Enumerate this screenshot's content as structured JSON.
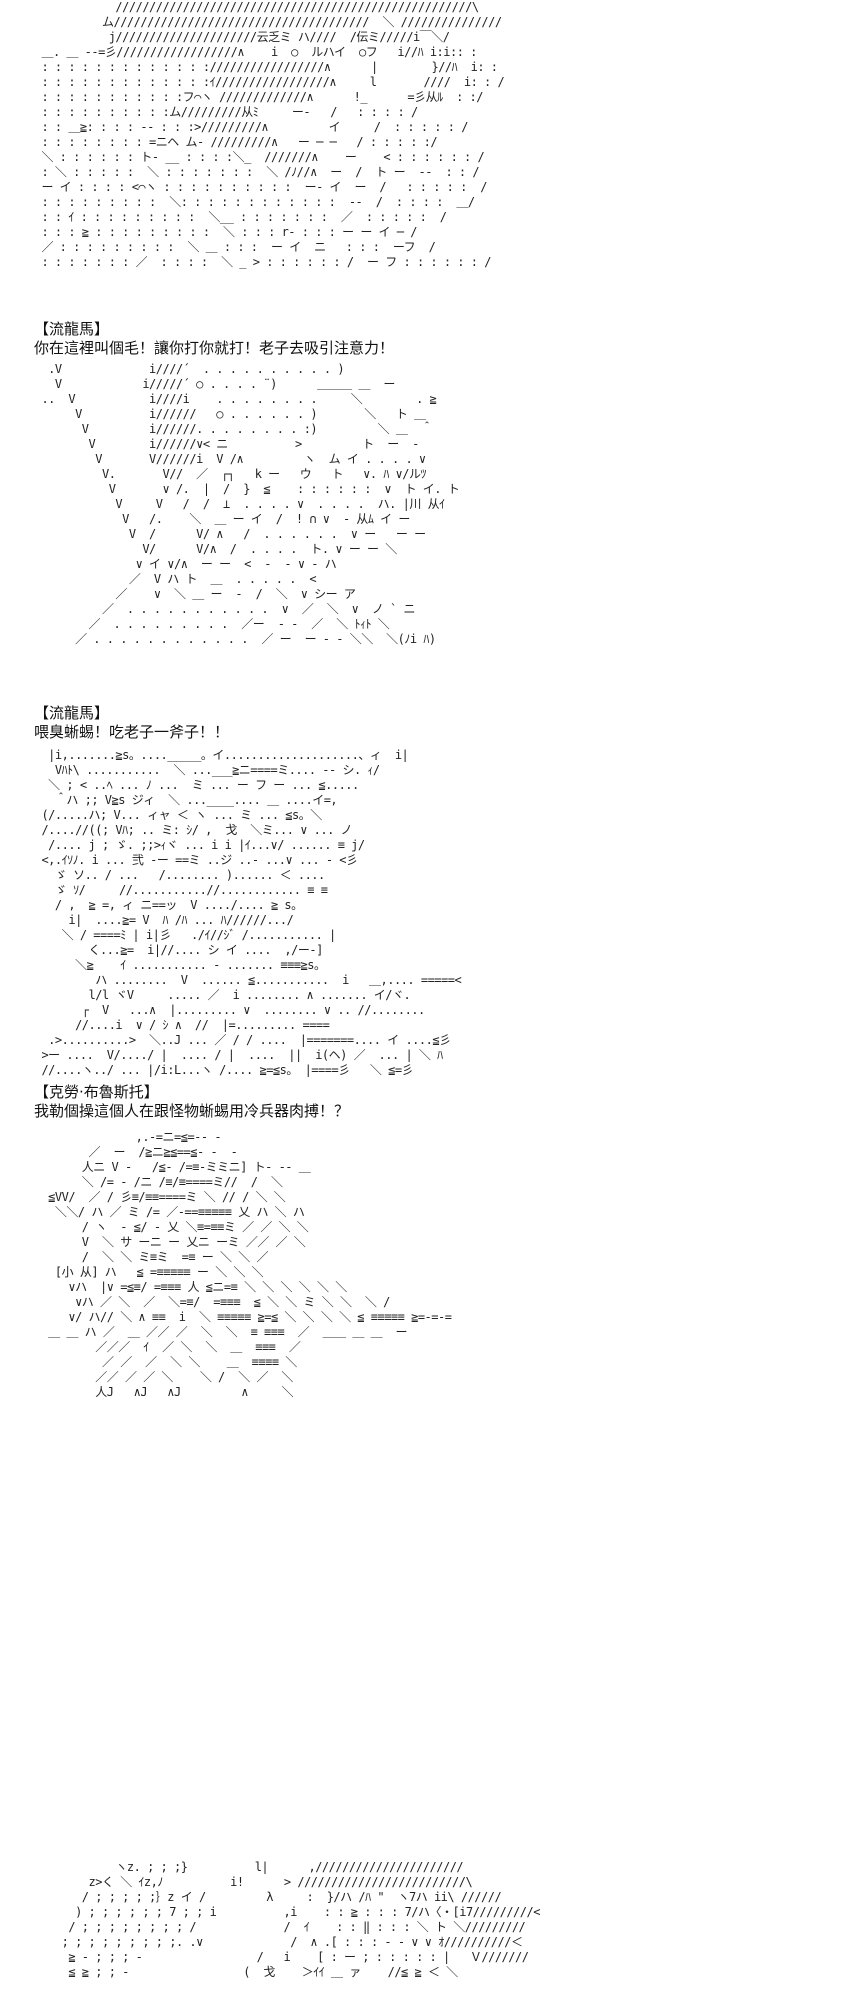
{
  "dialogue": [
    {
      "speaker": "【流龍馬】",
      "line": "你在這裡叫個毛！讓你打你就打！老子去吸引注意力！"
    },
    {
      "speaker": "【流龍馬】",
      "line": "喂臭蜥蜴！吃老子一斧子！！"
    },
    {
      "speaker": "【克勞·布魯斯托】",
      "line": "我勒個操這個人在跟怪物蜥蜴用冷兵器肉搏！？"
    }
  ],
  "art": {
    "panel1": "             /////////////////////////////////////////////////////\\\n           ム//////////////////////////////////////  ＼ ///////////////\n            j/////////////////////云乏ミ ハ////  /伝ミ/////i￣＼/\n  ＿. ＿ -‐=彡//////////////////∧    i  ○  ルハイ  ○フ   i//ﾊ i:i:: :\n  : : : : : : : : : : : : ://///////////////∧      |        }//ﾊ  i: :\n  : : : : : : : : : : : : :ｲ/////////////////∧     l       ////  i: : /\n  : : : : : : : : : : :フ⌒ヽ /////////////∧      !_      =彡从ﾙ  : :/\n  : : : : : : : : : :ム/////////从ﾐ     ー‐   /   : : : : /\n  : : ＿≧: : : : ‐‐ : : :>/////////∧         イ     /  : : : : : /\n  : : : : : : : : =ニヘ ム‐ /////////∧   ー ─ ─   / : : : : :/\n  ＼ : : : : : : ト‐ __ : : : :＼_  ///////∧    ー    < : : : : : : /\n  : ＼ : : : : :  ＼ : : : : : : :  ＼ /ﾉ//∧  ー  /  ト ー  ‐‐  : : /\n  ー イ : : : : <⌒ヽ : : : : : : : : : :  ー‐ イ  ー  /   : : : : :  /\n  : : : : : : : : :  ＼: : : : : : : : : : : :  ‐‐  /  : : : :  ＿/\n  : : ｲ : : : : : : : : :  ＼__ : : : : : : :  ／  : : : : :  /\n  : : : ≧ : : : : : : : : :  ＼ : : : r‐ : : : ー ー イ ─ /\n  ／ : : : : : : : : :  ＼ ＿ : : :  ー イ  ニ   : : :  ーフ  /\n  : : : : : : : ／  : : : :  ＼ _ > : : : : : : /  ー フ : : : : : : /",
    "panel2": "   .V             i////´  . . . . . . . . . . )\n    V            i/////´ ○ . . . . ¨)      ＿＿＿ ＿  ー\n  ..  V           i////i    . . . . . . . .     ＼        . ≧\n       V          i//////   ○ . . . . . . )       ＼   ト ＿\n        V         i//////. . . . . . . . :)         ＼ ＿  ＾\n         V        i//////∨< ニ          >         ト  ー  ‐\n          V       V//////i  V /∧         ヽ  ム イ . . . . ∨\n           V.       V//  ／  ┌┐   k ー   ウ   ト   ∨. ﾊ ∨/ルﾂ\n            V       ∨ /.  |  /  }  ≦    : : : : : :  ∨  ト イ. ト\n             V     V   /  /  ⊥  . . . . ∨  . . . .  ハ. |川 从ｲ\n              V   /.    ＼  ＿ ー イ  /  ! ∩ ∨  ‐ 从ﾑ イ ー\n               V  /      V/ ∧   /  . . . . . .  ∨ ー   ー ー\n                 V/      V/∧  /  . . . .  ト. ∨ ー ー ＼\n                ∨ イ ∨/∧  ー ー  <  ‐  ‐ ∨ ‐ ハ\n               ／  V ハ ト  ＿  . . . . .  <\n             ／    ∨  ＼ ＿ ー  ‐  /  ＼  ∨ シー ア\n           ／  . . . . . . . . . . .  ∨  ／  ＼  ∨  ノ ` ニ\n         ／  . . . . . . . . .  ／ー  ‐ ‐  ／  ＼ ﾄｨﾄ ＼\n       ／ . . . . . . . . . . . .  ／ ー  ー ‐ ‐ ＼＼  ＼(ﾉi ﾊ)",
    "panel3": "   |i,.......≧s。...._____。イ....................、ィ  i|\n    Vﾊﾄ\\ ...........  ＼ ...___≧ニ====ミ.... ‐‐ シ. ｨ/\n   ＼ ; < ..ﾍ ... ﾉ ...  ミ ... ー フ ー ... ≦.....\n    ＾ハ ;; V≧s ジィ  ＼ ...____.... ＿ ....イ=,\n  (/.....ハ; V... ィャ ＜ ヽ ... ミ ... ≦s。＼\n  /....//((; Vﾊ; .. ミ: ｼ/ ,  戈  ＼ミ... ∨ ... ノ\n   /.... j ; ゞ. ;;>ｨヾ ... i i |ｲ...∨/ ...... ≡ j/\n  <,.ｲｿﾉ. i ... 弐 ‐ー ==ミ ..ジ ..‐ ...∨ ... ‐ <彡\n    ゞ ソ.. / ...   /........ )...... ＜ ....\n    ゞ ｿ/     //...........//............ ≡ ≡\n    / ,  ≧ =, ィ ニ==ッ  V ..../.... ≧ s。\n      i|  ....≧= V  ﾊ /ﾊ ... ﾊ//////.../\n     ＼ / ====ﾐ | i|彡   ./ｲ//ｼﾞ /........... |\n         く...≧=  i|//.... シ イ ....  ,/ー‐]\n       ＼≧    ｲ ........... ‐ ....... ≡≡≡≧s。\n          ハ ........  V  ...... ≦...........  i   ＿,.... =====<\n         l/l ヾV     ..... ／  i ........ ∧ ....... イ/ヾ.\n        ┌  V   ...∧  |......... ∨  ........ ∨ .. //........\n       //....i  ∨ / ｼ ∧  //  |=......... ====\n   .>..........>  ＼..J ... ／ / / ....  |=======.... イ ....≦彡\n  >ー ....  V/..../ |  .... / |  ....  ||  i(ヘ) ／  ... | ＼ ﾊ\n  //....ヽ../ ... |/i:L...ヽ /.... ≧=≦s。 |====彡   ＼ ≦=彡",
    "panel4": "                ,.-=ニ=≦=‐‐ ‐\n         ／  ー  /≧ニ≧≦==≦‐ ‐  ‐\n        人ニ V ‐   /≦‐ /=≡‐ミミニ] ト‐ ‐‐ ＿\n        ＼ /= ‐ /ニ /≡/≡====ミ//  /  ＼\n   ≦VV/  ／ / 彡≡/≡≡====ミ ＼ // / ＼ ＼\n    ＼＼/ ハ ／ ミ /= ／‐==≡≡≡≡≡ 乂 ハ ＼ ハ\n        / ヽ  ‐ ≦/ ‐ 乂 ＼≡=≡≡ミ ／ ／ ＼ ＼\n        V  ＼ サ ーニ ー 乂ニ ーミ ／／ ／ ＼\n        /  ＼ ＼ ミ≡ミ  =≡ ー ＼ ＼ ／\n    [小 从] ハ   ≦ =≡≡≡≡≡ ー ＼ ＼ ＼\n      ∨ハ  |∨ =≦≡/ =≡≡≡ 人 ≦ニ=≡ ＼ ＼ ＼ ＼ ＼ ＼\n       ∨ハ ／ ＼  ／  ＼=≡/  =≡≡≡  ≦ ＼ ＼ ミ ＼ ＼  ＼ /\n      ∨/ ハ// ＼ ∧ ≡≡  i  ＼ ≡≡≡≡≡ ≧=≦ ＼ ＼ ＼ ＼ ≦ ≡≡≡≡≡ ≧=‐=‐=\n   ＿ ＿ ハ ／  ＿ ／／ ／  ＼  ＼  ≡ ≡≡≡  ／  ＿＿ ＿ ＿  ー\n          ／／／  ｲ  ／ ＼  ＼  ＿  ≡≡≡  ／\n           ／ ／  ／  ＼ ＼    ＿  ≡≡≡≡ ＼\n          ／／ ／ ／ ＼    ＼ /  ＼ ／  ＼\n          人J   ∧J   ∧J         ∧     ＼",
    "panel5": "             ヽz. ; ; ;}          l|      ,//////////////////////\n         z>く ＼ ｲz,ﾉ          i!      > /////////////////////////\\\n        / ; ; ; ; ;｝z イ /         λ     :  }/ハ /ﾊ \"  ヽ7ハ ii\\ //////\n       ) ; ; ; ; ; ; 7 ; ; i          ,i    : : ≧ : : : 7/ハ〈・[i7/////////<\n      / ; ; ; ; ; ; ; ; /             /  ｲ    : : ‖ : : : ＼ ト ＼/////////\n     ; ; ; ; ; ; ; ; ;. .∨             /  ∧ .[ : : : ‐ ‐ ∨ ∨ ｵ//////////＜\n      ≧ ‐ ; ; ; ‐                 /   i    [ : ー ; : : : : : |   Ｖ///////\n      ≦ ≧ ; ; ‐                 (  戈    ＞ｲｲ ＿ ァ    //≦ ≧ ＜ ＼"
  }
}
